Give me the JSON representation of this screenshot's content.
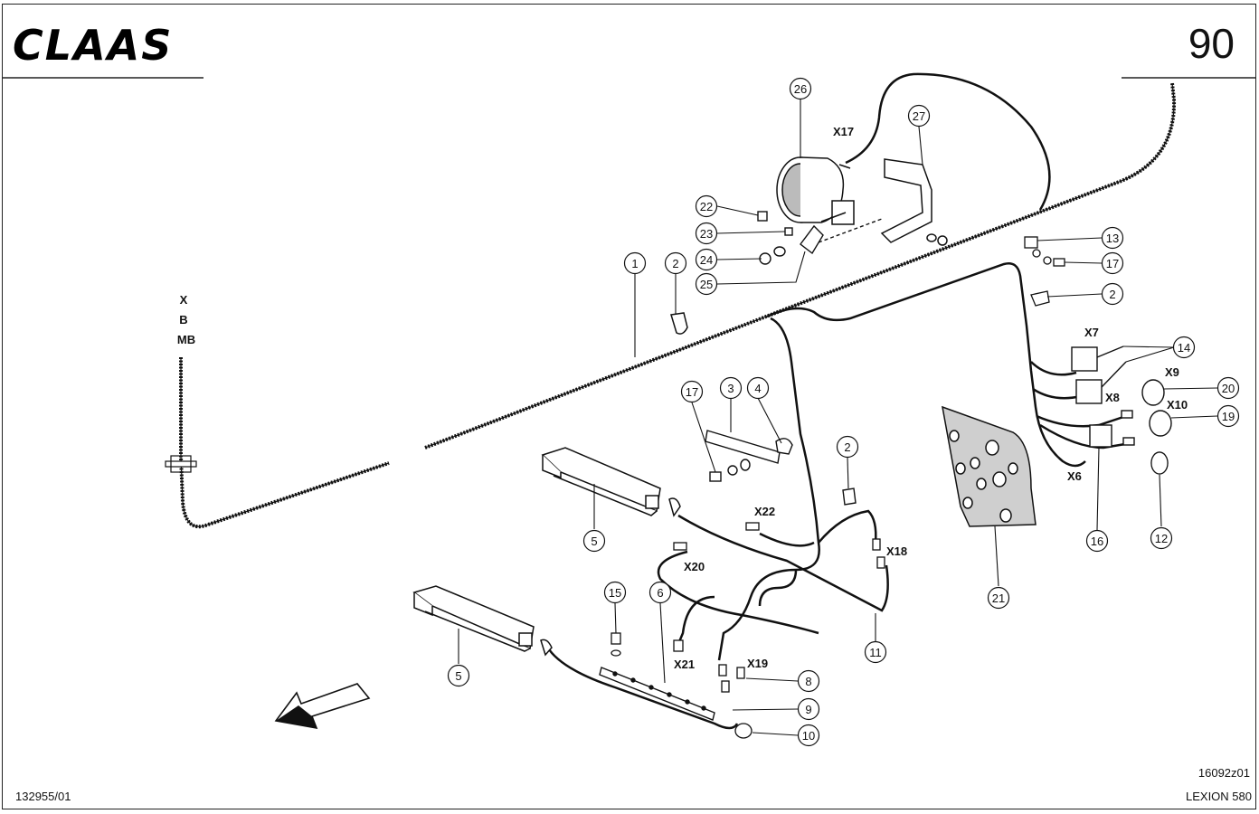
{
  "header": {
    "brand": "CLAAS",
    "page_number": "90"
  },
  "footer": {
    "left_code": "132955/01",
    "drawing_code": "16092z01",
    "model": "LEXION 580"
  },
  "side_labels": [
    "X",
    "B",
    "MB"
  ],
  "connectors": {
    "X17": "X17",
    "X7": "X7",
    "X8": "X8",
    "X9": "X9",
    "X10": "X10",
    "X6": "X6",
    "X22": "X22",
    "X18": "X18",
    "X20": "X20",
    "X21": "X21",
    "X19": "X19"
  },
  "callouts": {
    "c26": "26",
    "c27": "27",
    "c22": "22",
    "c23": "23",
    "c24": "24",
    "c25": "25",
    "c1": "1",
    "c2a": "2",
    "c13": "13",
    "c17a": "17",
    "c2b": "2",
    "c14": "14",
    "c20": "20",
    "c19": "19",
    "c17b": "17",
    "c3": "3",
    "c4": "4",
    "c2c": "2",
    "c5a": "5",
    "c16": "16",
    "c12": "12",
    "c21": "21",
    "c11": "11",
    "c15": "15",
    "c6": "6",
    "c5b": "5",
    "c8": "8",
    "c9": "9",
    "c10": "10"
  },
  "colors": {
    "ink": "#111111",
    "paper": "#ffffff",
    "panel": "#cfcfcf"
  }
}
